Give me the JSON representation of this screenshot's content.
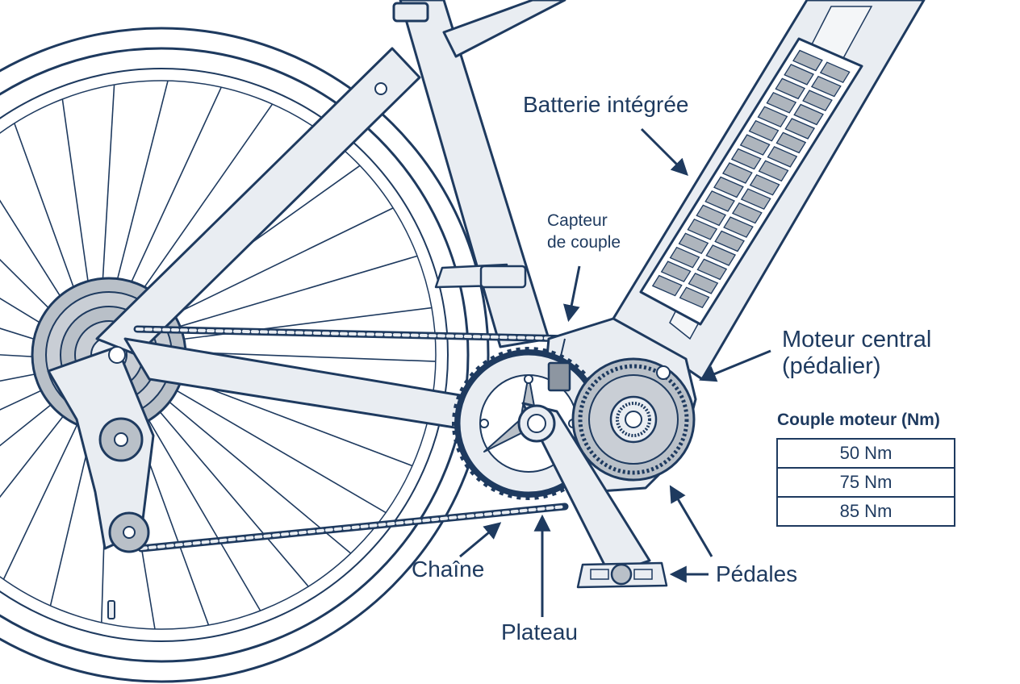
{
  "labels": {
    "battery": "Batterie intégrée",
    "torque_sensor_line1": "Capteur",
    "torque_sensor_line2": "de couple",
    "motor_line1": "Moteur central",
    "motor_line2": "(pédalier)",
    "chain": "Chaîne",
    "pedals": "Pédales",
    "chainring": "Plateau"
  },
  "torque_table": {
    "title": "Couple moteur (Nm)",
    "rows": [
      "50 Nm",
      "75 Nm",
      "85 Nm"
    ]
  },
  "colors": {
    "ink": "#1e3a5f",
    "frame_fill": "#e9edf2",
    "component_fill": "#b9c0c8",
    "cell_fill": "#aeb5bd"
  }
}
